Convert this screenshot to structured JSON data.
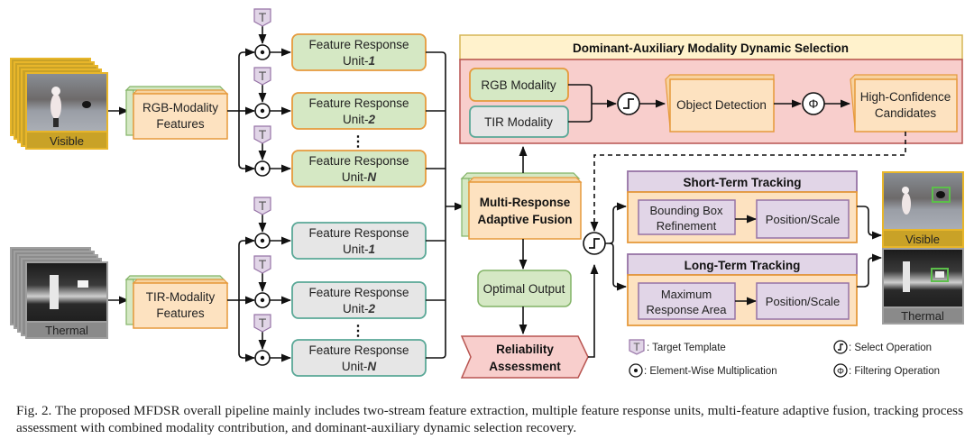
{
  "colors": {
    "orange_border": "#e69a3c",
    "orange_fill": "#fde2c0",
    "green_fill": "#d5e8c4",
    "green_border": "#82b366",
    "gray_fill": "#e6e6e6",
    "teal_border": "#5aa897",
    "purple_fill": "#e1d5e7",
    "purple_border": "#9673a6",
    "red_fill": "#f8cecc",
    "red_border": "#b85450",
    "yellow_fill": "#fff2cc",
    "yellow_border": "#d6b656",
    "visible_gold": "#e8b62a",
    "thermal_gray": "#a0a0a0"
  },
  "inputs": {
    "visible_label": "Visible",
    "thermal_label": "Thermal"
  },
  "features": {
    "rgb": [
      "RGB-Modality",
      "Features"
    ],
    "tir": [
      "TIR-Modality",
      "Features"
    ]
  },
  "template_symbol": "T",
  "units": {
    "rgb": [
      {
        "line1": "Feature Response",
        "line2": "Unit-",
        "index": "1"
      },
      {
        "line1": "Feature Response",
        "line2": "Unit-",
        "index": "2"
      },
      {
        "line1": "Feature Response",
        "line2": "Unit-",
        "index": "N"
      }
    ],
    "tir": [
      {
        "line1": "Feature Response",
        "line2": "Unit-",
        "index": "1"
      },
      {
        "line1": "Feature Response",
        "line2": "Unit-",
        "index": "2"
      },
      {
        "line1": "Feature Response",
        "line2": "Unit-",
        "index": "N"
      }
    ],
    "ellipsis": "⋮"
  },
  "fusion": [
    "Multi-Response",
    "Adaptive Fusion"
  ],
  "optimal_output": "Optimal Output",
  "reliability": [
    "Reliability",
    "Assessment"
  ],
  "dams": {
    "title": "Dominant-Auxiliary Modality Dynamic Selection",
    "rgb_modality": "RGB Modality",
    "tir_modality": "TIR Modality",
    "object_detection": "Object Detection",
    "candidates": [
      "High-Confidence",
      "Candidates"
    ],
    "phi_symbol": "Φ"
  },
  "short_term": {
    "title": "Short-Term Tracking",
    "step1": [
      "Bounding Box",
      "Refinement"
    ],
    "step2": "Position/Scale"
  },
  "long_term": {
    "title": "Long-Term Tracking",
    "step1": [
      "Maximum",
      "Response Area"
    ],
    "step2": "Position/Scale"
  },
  "outputs": {
    "visible_label": "Visible",
    "thermal_label": "Thermal"
  },
  "legend": {
    "target_template": ": Target Template",
    "element_wise": ": Element-Wise Multiplication",
    "select_operation": ": Select Operation",
    "filtering_operation": ": Filtering Operation",
    "t_symbol": "T",
    "phi_symbol": "Φ"
  },
  "caption": "Fig. 2.  The proposed MFDSR overall pipeline mainly includes two-stream feature extraction, multiple feature response units, multi-feature adaptive fusion, tracking process assessment with combined modality contribution, and dominant-auxiliary dynamic selection recovery."
}
